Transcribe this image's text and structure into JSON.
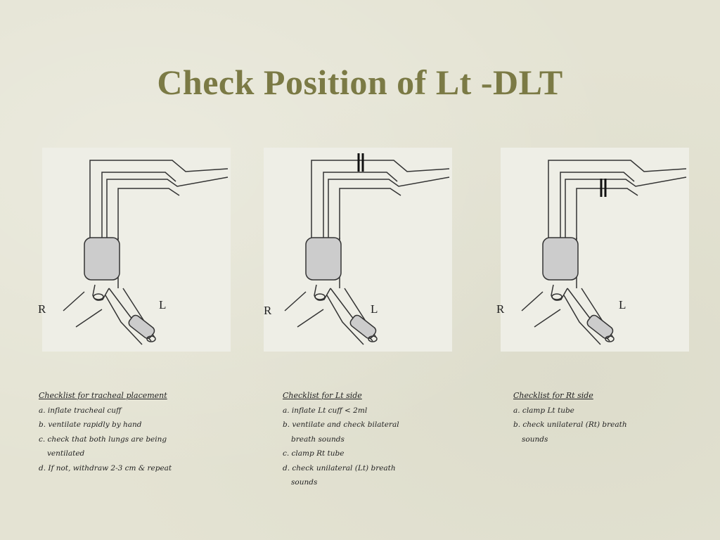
{
  "slide": {
    "title": "Check Position of Lt -DLT"
  },
  "panels": [
    {
      "label_right": "R",
      "label_left": "L",
      "clamp": "none",
      "checklist": {
        "heading": "Checklist for tracheal placement",
        "items": [
          "a. inflate tracheal cuff",
          "b. ventilate rapidly by hand",
          "c. check that both lungs are being",
          "ventilated",
          "d. If not, withdraw 2-3 cm & repeat"
        ]
      }
    },
    {
      "label_right": "R",
      "label_left": "L",
      "clamp": "right-lumen",
      "checklist": {
        "heading": "Checklist for Lt side",
        "items": [
          "a. inflate Lt cuff < 2ml",
          "b. ventilate and check bilateral",
          "breath sounds",
          "c. clamp Rt tube",
          "d. check unilateral (Lt) breath",
          "sounds"
        ]
      }
    },
    {
      "label_right": "R",
      "label_left": "L",
      "clamp": "left-lumen",
      "checklist": {
        "heading": "Checklist for Rt side",
        "items": [
          "a. clamp Lt tube",
          "b. check unilateral (Rt) breath",
          "sounds"
        ]
      }
    }
  ]
}
